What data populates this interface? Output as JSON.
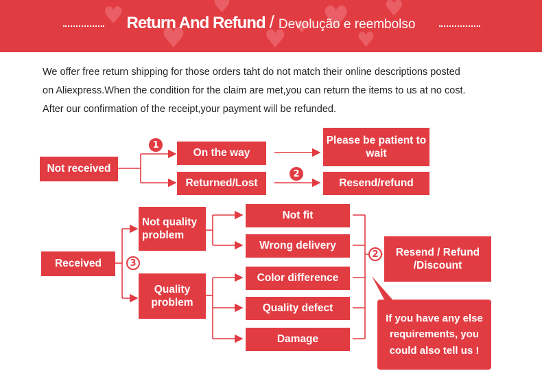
{
  "banner": {
    "title": "Return And Refund",
    "separator": "/",
    "subtitle": "Devolução e reembolso",
    "color": "#e23c43"
  },
  "intro": {
    "line1": "We offer free return shipping for those orders taht do not match their online descriptions posted",
    "line2": "on Aliexpress.When the condition for the claim are met,you can return the items to us at no cost.",
    "line3": "After our confirmation of the receipt,your payment will be refunded."
  },
  "flow": {
    "not_received": "Not received",
    "on_the_way": "On the way",
    "please_wait": "Please be patient to wait",
    "returned_lost": "Returned/Lost",
    "resend_refund": "Resend/refund",
    "received": "Received",
    "not_quality": "Not quality problem",
    "quality": "Quality problem",
    "not_fit": "Not fit",
    "wrong_delivery": "Wrong delivery",
    "color_difference": "Color difference",
    "quality_defect": "Quality defect",
    "damage": "Damage",
    "resend_refund_discount": "Resend / Refund /Discount",
    "callout": "If you have any else requirements, you could also tell us !",
    "step1": "1",
    "step2": "2",
    "step3": "3"
  }
}
